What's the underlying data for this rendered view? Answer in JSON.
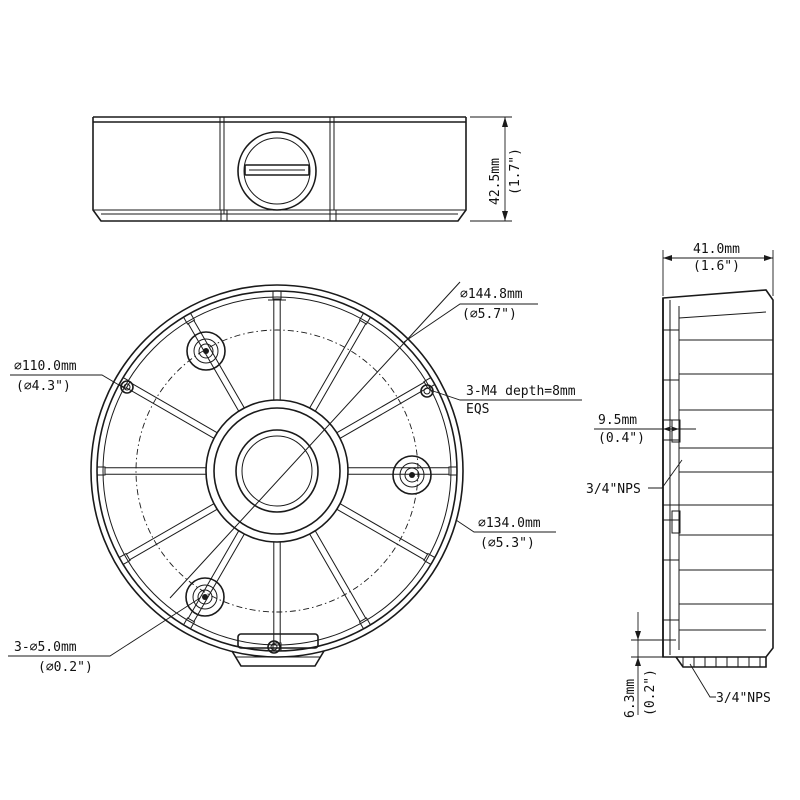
{
  "top_view": {
    "height_mm": "42.5mm",
    "height_in": "(1.7\")"
  },
  "front_view": {
    "outer_diameter_mm": "∅144.8mm",
    "outer_diameter_in": "(∅5.7\")",
    "bolt_circle_mm": "∅110.0mm",
    "bolt_circle_in": "(∅4.3\")",
    "mount_hole_note_line1": "3-M4 depth=8mm",
    "mount_hole_note_line2": "EQS",
    "inner_circle_mm": "∅134.0mm",
    "inner_circle_in": "(∅5.3\")",
    "holes_mm": "3-∅5.0mm",
    "holes_in": "(∅0.2\")"
  },
  "side_view": {
    "depth_mm": "41.0mm",
    "depth_in": "(1.6\")",
    "offset_mm": "9.5mm",
    "offset_in": "(0.4\")",
    "thread_upper": "3/4\"NPS",
    "thread_lower": "3/4\"NPS",
    "base_mm": "6.3mm",
    "base_in": "(0.2\")"
  }
}
